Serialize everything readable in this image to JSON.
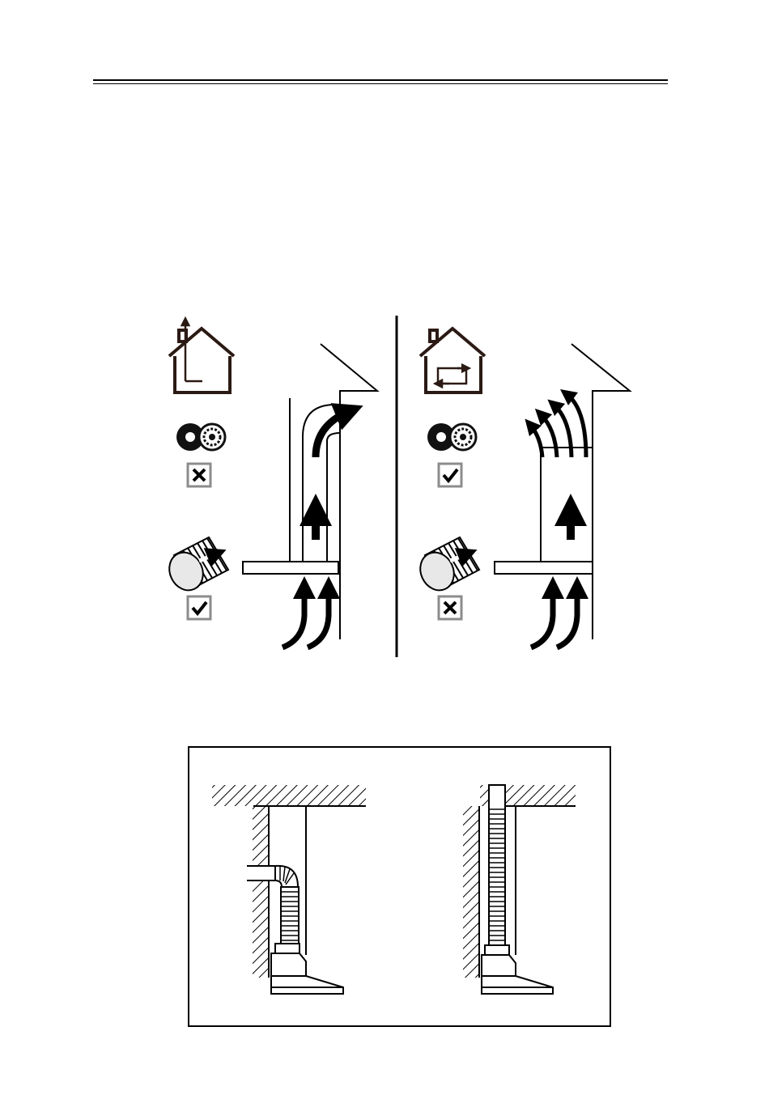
{
  "page": {
    "header_rule": "double-line",
    "colors": {
      "ink": "#000000",
      "house": "#2b1a14",
      "checkbox_border": "#8c8c8c",
      "paper": "#ffffff"
    }
  },
  "venting_diagram": {
    "panels": [
      {
        "id": "ducted",
        "house_icon": "house-chimney-exhaust-icon",
        "carbon_filter_icon": "carbon-filter-icon",
        "carbon_filter_status": "not-required",
        "duct_icon": "flexible-duct-icon",
        "duct_status": "required",
        "hood_icon": "ducted-hood-outlet-diagram"
      },
      {
        "id": "recirculation",
        "house_icon": "house-recirculation-icon",
        "carbon_filter_icon": "carbon-filter-icon",
        "carbon_filter_status": "required",
        "duct_icon": "flexible-duct-icon",
        "duct_status": "not-required",
        "hood_icon": "recirculation-hood-outlet-diagram"
      }
    ]
  },
  "installation_figure": {
    "scenes": [
      {
        "id": "elbow-duct-to-wall",
        "icon": "hood-with-elbow-duct-icon"
      },
      {
        "id": "straight-duct-to-ceiling",
        "icon": "hood-with-straight-duct-icon"
      }
    ]
  }
}
